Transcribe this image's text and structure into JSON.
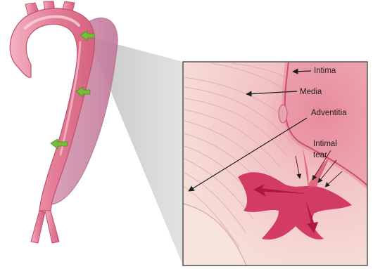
{
  "labels": {
    "intima": "Intima",
    "media": "Media",
    "adventitia": "Adventitia",
    "intimal_tear_line1": "Intimal",
    "intimal_tear_line2": "tear"
  },
  "colors": {
    "aorta_pink": "#e78aa1",
    "aorta_dark": "#c9506f",
    "false_lumen": "#cf8fa8",
    "tissue_light": "#f6d9d4",
    "tissue_mid": "#eeb8bd",
    "blood_red": "#cf2f5a",
    "leak_green": "#76bd3a",
    "zoom_funnel": "#c8c8c8",
    "frame": "#555555"
  },
  "icons": [
    "entry-arrow-icon",
    "label-arrow-icon",
    "blood-flow-arrow-icon"
  ]
}
